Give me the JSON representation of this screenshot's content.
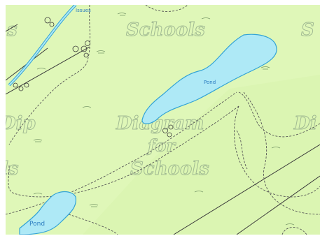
{
  "map": {
    "labels": {
      "stream": "Issues",
      "pond_main": "Pond",
      "pond_lower": "Pond"
    },
    "watermark": {
      "schools_top": "Schools",
      "schools_bottom": "Schools",
      "dip_left": "Dip",
      "dip_right": "Di",
      "diagram_mid": "Diagram",
      "for_mid": "for",
      "frag_top_right": "S",
      "frag_top_left": "s",
      "frag_left_low": "ls"
    },
    "colors": {
      "land": "#dff7b8",
      "land_dark": "#d4efa6",
      "water": "#aee9f6",
      "water_edge": "#32a3d6",
      "boundary": "#3a3a3a",
      "path": "#555555",
      "frame": "#ffffff"
    }
  }
}
